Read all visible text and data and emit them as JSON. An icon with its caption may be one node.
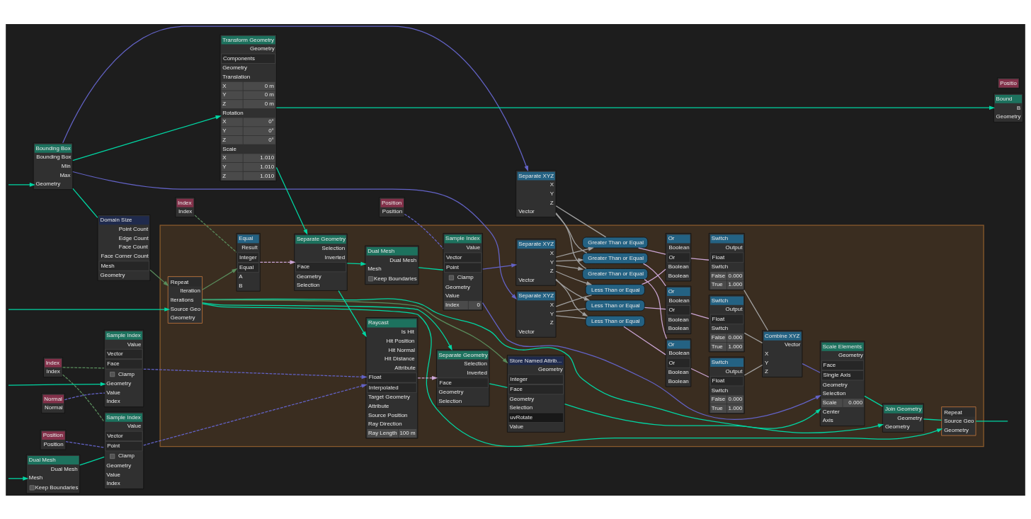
{
  "diagram": {
    "nodes": [
      {
        "text": [
          "Dual Mesh",
          "Dual Mesh",
          "Mesh",
          "Keep Boundaries"
        ]
      },
      {
        "text": [
          "Sample Index",
          "Value",
          "Vector",
          "Point",
          "Clamp",
          "Geometry",
          "Value",
          "Index"
        ]
      },
      {
        "text": [
          "Position",
          "Position"
        ]
      },
      {
        "text": [
          "Index",
          "Index"
        ]
      },
      {
        "text": [
          "Sample Index",
          "Value",
          "Vector",
          "Face",
          "Clamp",
          "Geometry",
          "Value",
          "Index"
        ]
      },
      {
        "text": [
          "Normal",
          "Normal"
        ]
      },
      {
        "text": [],
        "shape": "polygon"
      },
      {
        "text": [
          "Repeat",
          "Iteration",
          "Iterations",
          "Source Geo",
          "Geometry"
        ],
        "in": 6
      },
      {
        "text": [
          "Domain Size",
          "Point Count",
          "Edge Count",
          "Face Count",
          "Face Corner Count",
          "Mesh",
          "Geometry"
        ]
      },
      {
        "text": [
          "Repeat",
          "Source Geo",
          "Geometry"
        ],
        "in": 6
      },
      {
        "text": [
          "Raycast",
          "Is Hit",
          "Hit Position",
          "Hit Normal",
          "Hit Distance",
          "Attribute",
          "Float",
          "Interpolated",
          "Target Geometry",
          "Attribute",
          "Source Position",
          "Ray Direction",
          "Ray Length",
          "100 m"
        ],
        "in": 6
      },
      {
        "text": [
          "Bounding Box",
          "Bounding Box",
          "Min",
          "Max",
          "Geometry"
        ]
      },
      {
        "text": [
          "Equal",
          "Result",
          "Integer",
          "Equal",
          "A",
          "B"
        ],
        "in": 6
      },
      {
        "text": [
          "Join Geometry",
          "Geometry",
          "Geometry"
        ],
        "in": 6
      },
      {
        "text": [
          "Store Named Attrib...",
          "Geometry",
          "Integer",
          "Face",
          "Geometry",
          "Selection",
          "uvRotate",
          "Value"
        ],
        "in": 6
      },
      {
        "text": [
          "Positio"
        ]
      },
      {
        "text": [
          "Index",
          "Index"
        ]
      },
      {
        "text": [
          "Separate Geometry",
          "Selection",
          "Inverted",
          "Face",
          "Geometry",
          "Selection"
        ],
        "in": 6
      },
      {
        "text": [
          "Scale Elements",
          "Geometry",
          "Face",
          "Single Axis",
          "Geometry",
          "Selection",
          "Scale",
          "0.000",
          "Center",
          "Axis"
        ],
        "in": 6
      },
      {
        "text": [
          "Bound",
          "B",
          "Geometry"
        ]
      },
      {
        "text": [
          "Separate Geometry",
          "Selection",
          "Inverted",
          "Face",
          "Geometry",
          "Selection"
        ],
        "in": 6
      },
      {
        "text": [
          "Transform Geometry",
          "Geometry",
          "Components",
          "Geometry",
          "Translation",
          "X",
          "0 m",
          "Y",
          "0 m",
          "Z",
          "0 m",
          "Rotation",
          "X",
          "0°",
          "Y",
          "0°",
          "Z",
          "0°",
          "Scale",
          "X",
          "1.010",
          "Y",
          "1.010",
          "Z",
          "1.010"
        ]
      },
      {
        "text": [
          "Dual Mesh",
          "Dual Mesh",
          "Mesh",
          "Keep Boundaries"
        ],
        "in": 6
      },
      {
        "text": [
          "Sample Index",
          "Value",
          "Vector",
          "Point",
          "Clamp",
          "Geometry",
          "Value",
          "Index",
          "0"
        ],
        "in": 6
      },
      {
        "text": [
          "Separate XYZ",
          "X",
          "Y",
          "Z",
          "Vector"
        ],
        "in": 6
      },
      {
        "text": [
          "Less Than or Equal"
        ],
        "in": 6
      },
      {
        "text": [
          "Greater Than or Equal"
        ],
        "in": 6
      },
      {
        "text": [
          "Or",
          "Boolean",
          "Or",
          "Boolean",
          "Boolean"
        ],
        "in": 6
      },
      {
        "text": [
          "Switch",
          "Output",
          "Float",
          "Switch",
          "False",
          "0.000",
          "True",
          "1.000"
        ],
        "in": 6
      },
      {
        "text": [
          "Combine XYZ",
          "Vector",
          "X",
          "Y",
          "Z"
        ],
        "in": 6
      },
      {
        "text": [
          "Position",
          "Position"
        ]
      },
      {
        "text": [
          "Separate XYZ",
          "X",
          "Y",
          "Z",
          "Vector"
        ],
        "in": 6
      },
      {
        "text": [
          "Less Than or Equal"
        ],
        "in": 6
      },
      {
        "text": [
          "Greater Than or Equal"
        ],
        "in": 6
      },
      {
        "text": [
          "Or",
          "Boolean",
          "Or",
          "Boolean",
          "Boolean"
        ],
        "in": 6
      },
      {
        "text": [
          "Switch",
          "Output",
          "Float",
          "Switch",
          "False",
          "0.000",
          "True",
          "1.000"
        ],
        "in": 6
      },
      {
        "text": [
          "Separate XYZ",
          "X",
          "Y",
          "Z",
          "Vector"
        ]
      },
      {
        "text": [
          "Less Than or Equal"
        ],
        "in": 6
      },
      {
        "text": [
          "Greater Than or Equal"
        ],
        "in": 6
      },
      {
        "text": [
          "Or",
          "Boolean",
          "Or",
          "Boolean",
          "Boolean"
        ],
        "in": 6
      },
      {
        "text": [
          "Switch",
          "Output",
          "Float",
          "Switch",
          "False",
          "0.000",
          "True",
          "1.000"
        ],
        "in": 6
      }
    ],
    "edges": [
      {
        "from": null,
        "to": 0,
        "arrow": "to"
      },
      {
        "from": null,
        "to": 4,
        "arrow": "to"
      },
      {
        "from": null,
        "to": 7,
        "arrow": "to"
      },
      {
        "from": null,
        "to": 11,
        "arrow": "to"
      },
      {
        "from": 0,
        "to": 1,
        "arrow": "none"
      },
      {
        "from": 2,
        "to": 1,
        "arrow": "none",
        "style": "dashed",
        "color": "#6363c7"
      },
      {
        "from": 3,
        "to": 1,
        "arrow": "none",
        "style": "dashed",
        "color": "#598c5c"
      },
      {
        "from": 3,
        "to": 4,
        "arrow": "none",
        "style": "dashed",
        "color": "#598c5c"
      },
      {
        "from": 5,
        "to": 4,
        "arrow": "none",
        "style": "dashed",
        "color": "#6363c7"
      },
      {
        "from": 1,
        "to": 10,
        "arrow": "to",
        "style": "dashed",
        "color": "#6363c7"
      },
      {
        "from": 4,
        "to": 10,
        "arrow": "to",
        "style": "dashed",
        "color": "#6363c7"
      },
      {
        "from": 8,
        "to": 7,
        "arrow": "to",
        "color": "#598c5c"
      },
      {
        "from": 11,
        "to": 8,
        "arrow": "none"
      },
      {
        "from": 11,
        "to": 21,
        "arrow": "to"
      },
      {
        "from": 11,
        "to": 31,
        "arrow": "to",
        "color": "#6363c7"
      },
      {
        "from": 11,
        "to": 36,
        "arrow": "to",
        "color": "#6363c7"
      },
      {
        "from": 7,
        "to": 12,
        "arrow": "to",
        "color": "#598c5c"
      },
      {
        "from": 7,
        "to": 14,
        "arrow": "to",
        "color": "#598c5c"
      },
      {
        "from": 7,
        "to": 9,
        "arrow": "to"
      },
      {
        "from": 7,
        "to": 13,
        "arrow": "to"
      },
      {
        "from": 7,
        "to": 20,
        "arrow": "to"
      },
      {
        "from": 16,
        "to": 12,
        "arrow": "none",
        "style": "dashed",
        "color": "#598c5c"
      },
      {
        "from": 12,
        "to": 17,
        "arrow": "to",
        "style": "dashed",
        "color": "#cca6d6"
      },
      {
        "from": 21,
        "to": 17,
        "arrow": "to"
      },
      {
        "from": 21,
        "to": 19,
        "arrow": "to"
      },
      {
        "from": 17,
        "to": 10,
        "arrow": "to"
      },
      {
        "from": 17,
        "to": 22,
        "arrow": "to"
      },
      {
        "from": 10,
        "to": 20,
        "arrow": "to",
        "style": "dashed",
        "color": "#cca6d6"
      },
      {
        "from": 20,
        "to": 14,
        "arrow": "none"
      },
      {
        "from": 14,
        "to": 18,
        "arrow": "to"
      },
      {
        "from": 22,
        "to": 23,
        "arrow": "none"
      },
      {
        "from": 30,
        "to": 23,
        "arrow": "none",
        "style": "dashed",
        "color": "#6363c7"
      },
      {
        "from": 23,
        "to": 24,
        "arrow": "to",
        "color": "#6363c7"
      },
      {
        "from": 23,
        "to": 18,
        "arrow": "to",
        "color": "#6363c7"
      },
      {
        "from": 24,
        "to": 25,
        "arrow": "to",
        "color": "#a1a1a1"
      },
      {
        "from": 24,
        "to": 26,
        "arrow": "to",
        "color": "#a1a1a1"
      },
      {
        "from": 24,
        "to": 32,
        "arrow": "to",
        "color": "#a1a1a1"
      },
      {
        "from": 24,
        "to": 33,
        "arrow": "to",
        "color": "#a1a1a1"
      },
      {
        "from": 24,
        "to": 37,
        "arrow": "to",
        "color": "#a1a1a1"
      },
      {
        "from": 24,
        "to": 38,
        "arrow": "to",
        "color": "#a1a1a1"
      },
      {
        "from": 31,
        "to": 25,
        "arrow": "none",
        "color": "#a1a1a1"
      },
      {
        "from": 31,
        "to": 32,
        "arrow": "none",
        "color": "#a1a1a1"
      },
      {
        "from": 31,
        "to": 37,
        "arrow": "none",
        "color": "#a1a1a1"
      },
      {
        "from": 36,
        "to": 26,
        "arrow": "none",
        "color": "#a1a1a1"
      },
      {
        "from": 36,
        "to": 33,
        "arrow": "none",
        "color": "#a1a1a1"
      },
      {
        "from": 36,
        "to": 38,
        "arrow": "none",
        "color": "#a1a1a1"
      },
      {
        "from": 25,
        "to": 27,
        "arrow": "none",
        "color": "#cca6d6"
      },
      {
        "from": 26,
        "to": 27,
        "arrow": "none",
        "color": "#cca6d6"
      },
      {
        "from": 32,
        "to": 34,
        "arrow": "none",
        "color": "#cca6d6"
      },
      {
        "from": 33,
        "to": 34,
        "arrow": "none",
        "color": "#cca6d6"
      },
      {
        "from": 37,
        "to": 39,
        "arrow": "none",
        "color": "#cca6d6"
      },
      {
        "from": 38,
        "to": 39,
        "arrow": "none",
        "color": "#cca6d6"
      },
      {
        "from": 27,
        "to": 28,
        "arrow": "none",
        "color": "#cca6d6"
      },
      {
        "from": 34,
        "to": 35,
        "arrow": "none",
        "color": "#cca6d6"
      },
      {
        "from": 39,
        "to": 40,
        "arrow": "none",
        "color": "#cca6d6"
      },
      {
        "from": 28,
        "to": 29,
        "arrow": "none",
        "color": "#a1a1a1"
      },
      {
        "from": 35,
        "to": 29,
        "arrow": "none",
        "color": "#a1a1a1"
      },
      {
        "from": 40,
        "to": 29,
        "arrow": "none",
        "color": "#a1a1a1"
      },
      {
        "from": 29,
        "to": 18,
        "arrow": "none",
        "color": "#6363c7"
      },
      {
        "from": 18,
        "to": 13,
        "arrow": "none"
      },
      {
        "from": 13,
        "to": 9,
        "arrow": "none"
      },
      {
        "from": 9,
        "to": null,
        "arrow": "none"
      }
    ]
  }
}
